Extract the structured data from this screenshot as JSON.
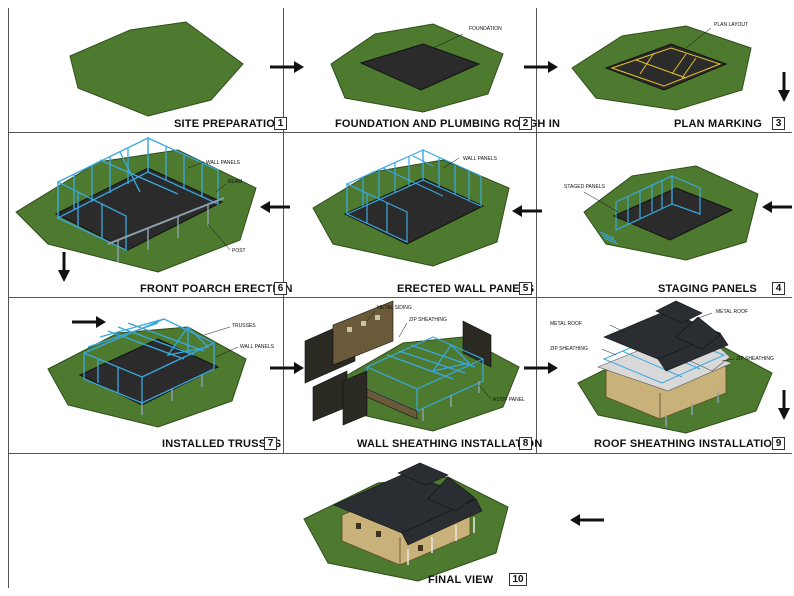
{
  "colors": {
    "grass": "#4e7a2f",
    "grass_edge": "#2f4d1a",
    "slab": "#2b2b2b",
    "frame": "#39a8e0",
    "frame_dark": "#1f6f9e",
    "roof": "#2a2e33",
    "siding": "#6b5a3a",
    "sheathing": "#2a2a22",
    "plan_line": "#e3c12a",
    "arrow": "#111111",
    "grid_line": "#555555"
  },
  "icons": [
    "arrow-right-icon",
    "arrow-down-icon",
    "arrow-left-icon"
  ],
  "steps": [
    {
      "number": "1",
      "title": "SITE PREPARATION",
      "callouts": []
    },
    {
      "number": "2",
      "title": "FOUNDATION AND PLUMBING ROUGH IN",
      "callouts": [
        "FOUNDATION"
      ]
    },
    {
      "number": "3",
      "title": "PLAN MARKING",
      "callouts": [
        "PLAN LAYOUT"
      ]
    },
    {
      "number": "4",
      "title": "STAGING PANELS",
      "callouts": [
        "STAGED PANELS"
      ]
    },
    {
      "number": "5",
      "title": "ERECTED WALL PANELS",
      "callouts": [
        "WALL PANELS"
      ]
    },
    {
      "number": "6",
      "title": "FRONT POARCH ERECTION",
      "callouts": [
        "WALL PANELS",
        "BEAM",
        "POST"
      ]
    },
    {
      "number": "7",
      "title": "INSTALLED TRUSSES",
      "callouts": [
        "TRUSSES",
        "WALL PANELS"
      ]
    },
    {
      "number": "8",
      "title": "WALL SHEATHING INSTALLATION",
      "callouts": [
        "METAL SIDING",
        "ZIP SHEATHING",
        "ROOF PANEL"
      ]
    },
    {
      "number": "9",
      "title": "ROOF SHEATHING INSTALLATION",
      "callouts": [
        "METAL ROOF",
        "METAL ROOF",
        "ZIP SHEATHING",
        "ZIP SHEATHING"
      ]
    },
    {
      "number": "10",
      "title": "FINAL VIEW",
      "callouts": []
    }
  ]
}
